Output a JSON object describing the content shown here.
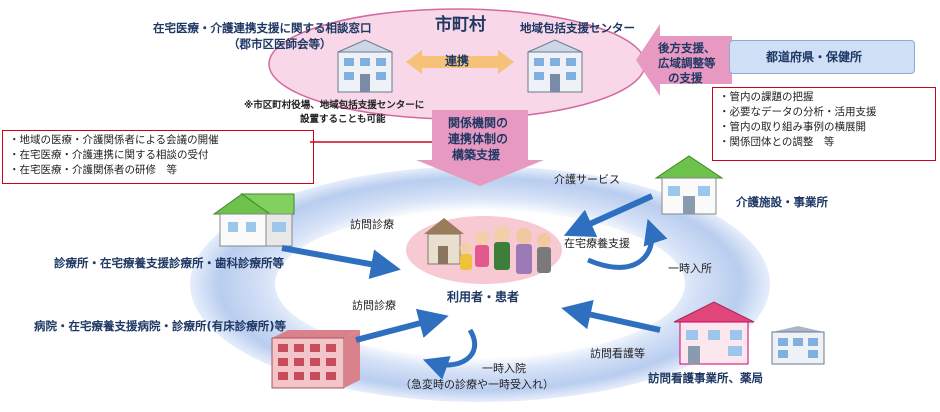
{
  "colors": {
    "navy": "#1f3864",
    "pink_ellipse": "#f8d7e8",
    "pink_border": "#d36ba0",
    "ring_blue": "#c7d7f2",
    "arrow_blue": "#2f6fc0",
    "arrow_pink": "#e899c1",
    "red_border": "#d0021b",
    "prefecture_box": "#cfe0f6"
  },
  "municipality": {
    "title": "市町村",
    "left_label_1": "在宅医療・介護連携支援に関する相談窓口",
    "left_label_2": "（郡市区医師会等）",
    "right_label": "地域包括支援センター",
    "link_label": "連携",
    "note_1": "※市区町村役場、地域包括支援センターに",
    "note_2": "設置することも可能"
  },
  "backup_arrow": {
    "line1": "後方支援、",
    "line2": "広域調整等",
    "line3": "の支援"
  },
  "prefecture": {
    "label": "都道府県・保健所"
  },
  "prefecture_tasks": [
    "・管内の課題の把握",
    "・必要なデータの分析・活用支援",
    "・管内の取り組み事例の横展開",
    "・関係団体との調整　等"
  ],
  "build_arrow": {
    "line1": "関係機関の",
    "line2": "連携体制の",
    "line3": "構築支援"
  },
  "municipal_tasks": [
    "・地域の医療・介護関係者による会議の開催",
    "・在宅医療・介護連携に関する相談の受付",
    "・在宅医療・介護関係者の研修　等"
  ],
  "center": {
    "label": "利用者・患者"
  },
  "facilities": {
    "clinic": "診療所・在宅療養支援診療所・歯科診療所等",
    "hospital": "病院・在宅療養支援病院・診療所(有床診療所)等",
    "care": "介護施設・事業所",
    "visiting_nursing": "訪問看護事業所、薬局"
  },
  "flows": {
    "home_visit_top": "訪問診療",
    "home_visit_bottom": "訪問診療",
    "care_service": "介護サービス",
    "home_care_support": "在宅療養支援",
    "short_stay_right": "一時入所",
    "visiting_nursing": "訪問看護等",
    "short_admission": "一時入院",
    "short_admission_note": "（急変時の診療や一時受入れ）"
  }
}
